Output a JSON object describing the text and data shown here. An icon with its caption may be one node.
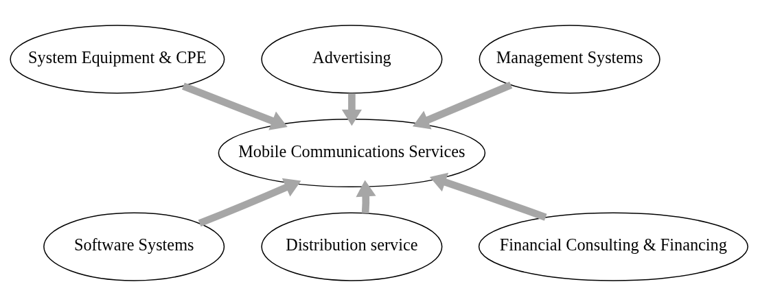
{
  "diagram": {
    "nodes": [
      {
        "text": [
          "Advertising"
        ]
      },
      {
        "text": [
          "System Equipment & CPE"
        ]
      },
      {
        "text": [
          "Management Systems"
        ]
      },
      {
        "text": [
          "Mobile Communications Services"
        ]
      },
      {
        "text": [
          "Software Systems"
        ]
      },
      {
        "text": [
          "Financial Consulting & Financing"
        ]
      },
      {
        "text": [
          "Distribution service"
        ]
      }
    ],
    "edges": [
      {
        "from": 0,
        "to": 3,
        "arrow": "to"
      },
      {
        "from": 1,
        "to": 3,
        "arrow": "to"
      },
      {
        "from": 2,
        "to": 3,
        "arrow": "to"
      },
      {
        "from": 4,
        "to": 3,
        "arrow": "to"
      },
      {
        "from": 5,
        "to": 3,
        "arrow": "to"
      },
      {
        "from": 6,
        "to": 3,
        "arrow": "to"
      }
    ]
  }
}
